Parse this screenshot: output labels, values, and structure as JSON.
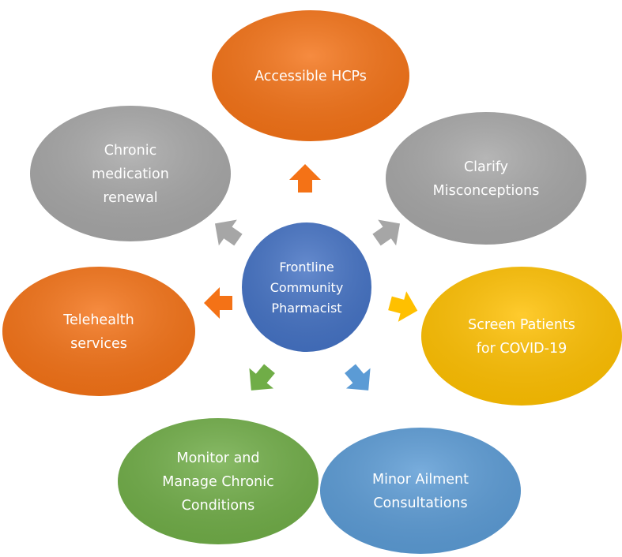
{
  "center": {
    "lines": [
      "Frontline",
      "Community",
      "Pharmacist"
    ],
    "color": "#4472c4"
  },
  "nodes": [
    {
      "id": "accessible-hcps",
      "lines": [
        "Accessible HCPs"
      ],
      "color": "#f47216",
      "arrow_color": "#f47216"
    },
    {
      "id": "clarify-misconceptions",
      "lines": [
        "Clarify",
        "Misconceptions"
      ],
      "color": "#a6a6a6",
      "arrow_color": "#a6a6a6"
    },
    {
      "id": "screen-patients",
      "lines": [
        "Screen Patients",
        "for COVID-19"
      ],
      "color": "#ffc000",
      "arrow_color": "#ffc000"
    },
    {
      "id": "minor-ailment",
      "lines": [
        "Minor Ailment",
        "Consultations"
      ],
      "color": "#5b9bd5",
      "arrow_color": "#5b9bd5"
    },
    {
      "id": "monitor-manage",
      "lines": [
        "Monitor and",
        "Manage Chronic",
        "Conditions"
      ],
      "color": "#70ad47",
      "arrow_color": "#70ad47"
    },
    {
      "id": "telehealth",
      "lines": [
        "Telehealth",
        "services"
      ],
      "color": "#f47216",
      "arrow_color": "#f47216"
    },
    {
      "id": "chronic-renewal",
      "lines": [
        "Chronic",
        "medication",
        "renewal"
      ],
      "color": "#a6a6a6",
      "arrow_color": "#a6a6a6"
    }
  ]
}
